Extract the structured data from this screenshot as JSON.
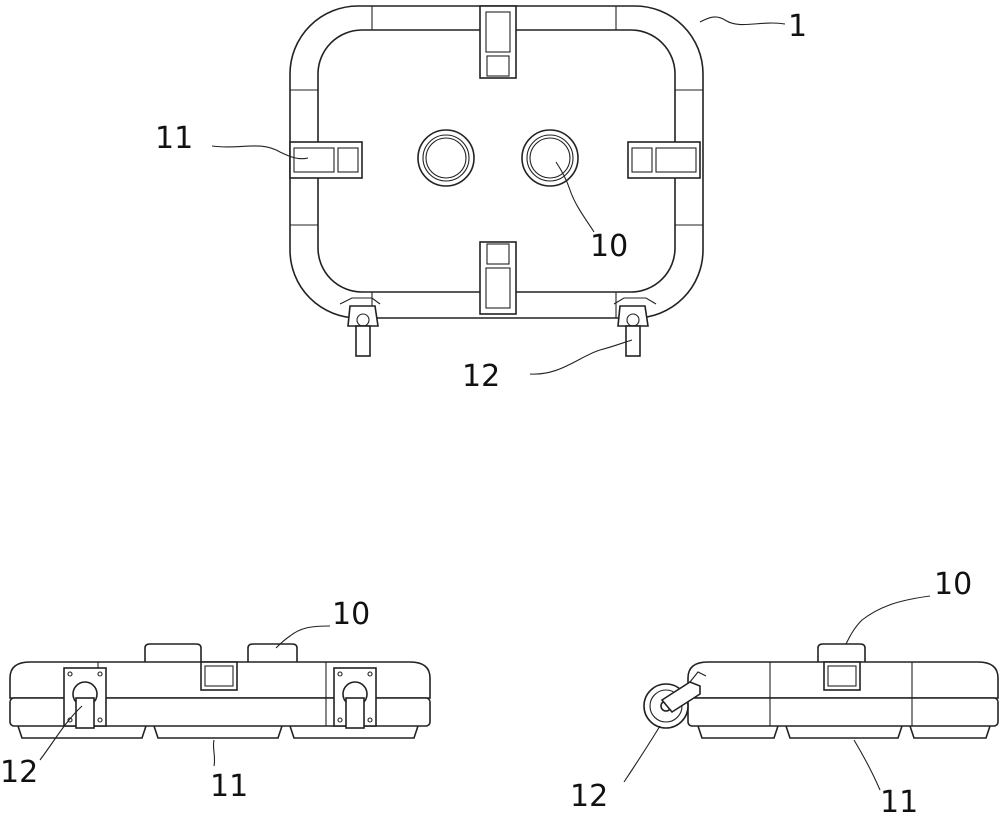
{
  "figure": {
    "labels": {
      "top_view": {
        "frame": "1",
        "suction": "11",
        "cup": "10",
        "caster": "12"
      },
      "front_view": {
        "cup": "10",
        "caster": "12",
        "suction": "11"
      },
      "side_view": {
        "cup": "10",
        "caster": "12",
        "suction": "11"
      }
    }
  }
}
